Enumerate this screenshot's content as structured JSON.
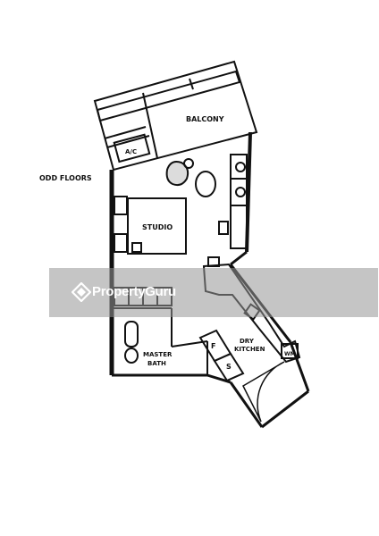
{
  "floor_note": "ODD FLOORS",
  "rooms": {
    "balcony": "BALCONY",
    "ac": "A/C",
    "studio": "STUDIO",
    "master_bath_line1": "MASTER",
    "master_bath_line2": "BATH",
    "dry_kitchen_line1": "DRY",
    "dry_kitchen_line2": "KITCHEN",
    "fridge": "F",
    "store": "S",
    "washer": "WM"
  },
  "watermark": {
    "brand": "PropertyGuru"
  },
  "colors": {
    "wall": "#111111",
    "watermark_band": "#969696"
  }
}
